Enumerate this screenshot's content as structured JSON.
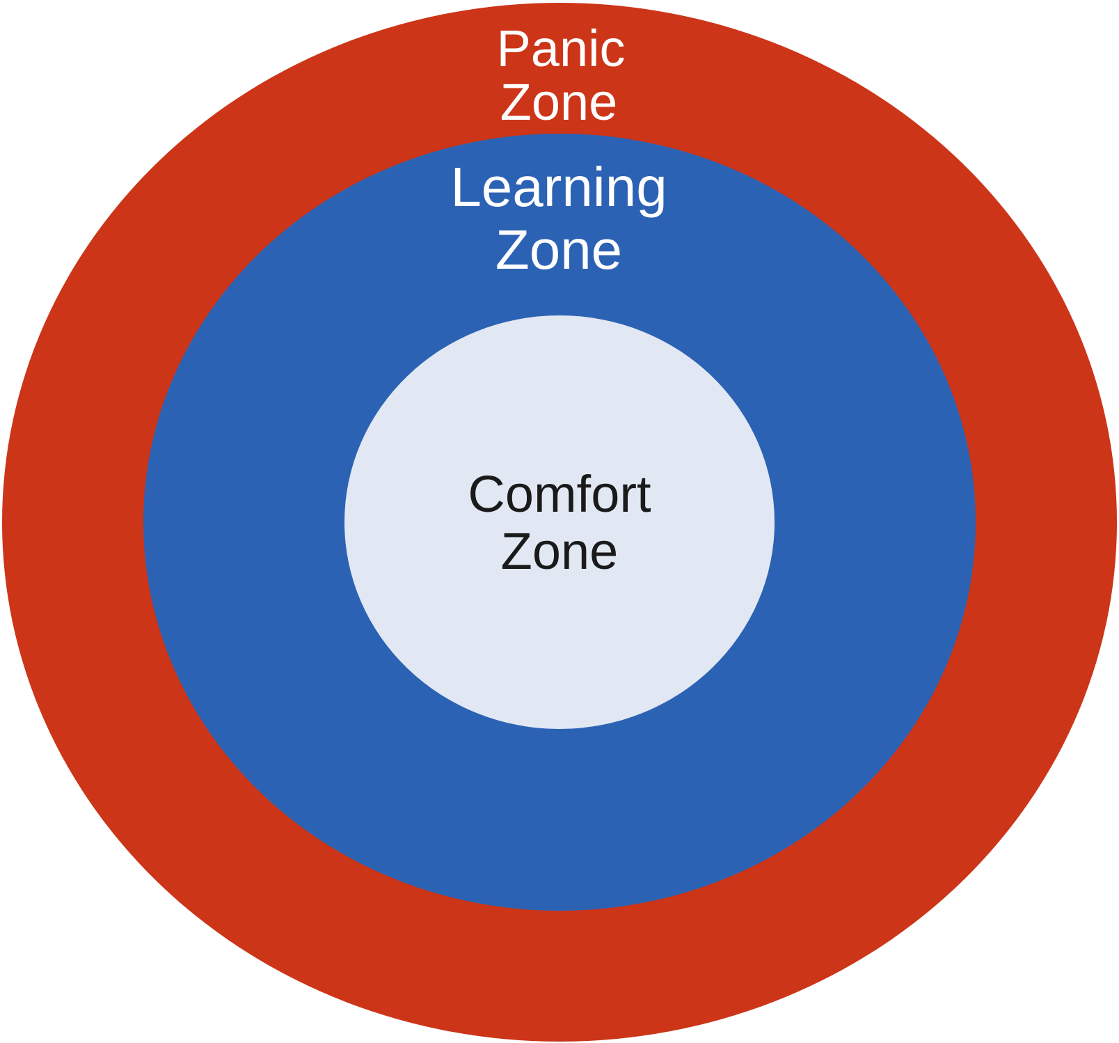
{
  "zones": [
    {
      "id": "panic",
      "lines": [
        "Panic",
        "Zone"
      ],
      "fill": "#cc3518",
      "text_color": "#ffffff"
    },
    {
      "id": "learning",
      "lines": [
        "Learning",
        "Zone"
      ],
      "fill": "#2c62b3",
      "text_color": "#ffffff"
    },
    {
      "id": "comfort",
      "lines": [
        "Comfort",
        "Zone"
      ],
      "fill": "#e1e8f4",
      "text_color": "#1a1a1a"
    }
  ]
}
